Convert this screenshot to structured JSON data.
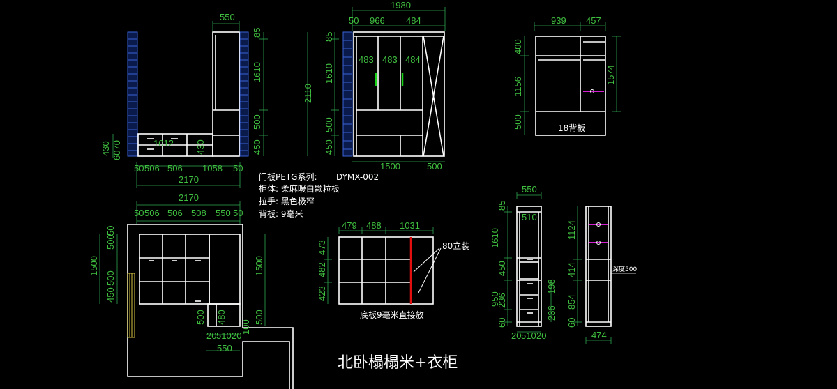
{
  "drawing": {
    "title": "北卧榻榻米+衣柜",
    "notes": [
      "门板PETG系列:",
      "DYMX-002",
      "柜体: 柔麻暖白颗粒板",
      "拉手: 黑色极窄",
      "背板: 9毫米"
    ],
    "callouts": {
      "back_board": "18背板",
      "vertical_80": "80立装",
      "base_board": "底板9毫米直接放",
      "depth": "深度500"
    },
    "colors": {
      "background": "#000000",
      "lines": "#ffffff",
      "dimensions": "#3fbf3f",
      "brick": "#3a62d8",
      "handle_green": "#19d019",
      "accent_red": "#e01010",
      "accent_magenta": "#d020d0",
      "wall_yellow": "#d8c640"
    }
  },
  "views": {
    "tatami_elevation": {
      "top_dim": "550",
      "right_dims": [
        "85",
        "1610",
        "500",
        "450"
      ],
      "left_dims": [
        "430",
        "6070"
      ],
      "inner_dims": [
        "1012",
        "430"
      ],
      "bottom_dims": [
        "50",
        "506",
        "506",
        "1058",
        "50"
      ],
      "total": "2170"
    },
    "wardrobe_front": {
      "top_total": "1980",
      "top_dims": [
        "50",
        "966",
        "484"
      ],
      "inner_dims": [
        "483",
        "483",
        "484"
      ],
      "left_total": "2110",
      "left_dims": [
        "85",
        "1610",
        "500",
        "450"
      ],
      "bottom_dims": [
        "1500",
        "500"
      ]
    },
    "wardrobe_side": {
      "top_dims": [
        "939",
        "457"
      ],
      "left_dims": [
        "400",
        "1156",
        "500"
      ],
      "right_dims": [
        "1574"
      ]
    },
    "plan_view": {
      "top_total": "2170",
      "top_dims": [
        "50",
        "506",
        "506",
        "508",
        "550",
        "50"
      ],
      "left_dims": [
        "1500",
        "500",
        "50",
        "500",
        "450"
      ],
      "right_dims": [
        "1500",
        "500"
      ],
      "inner_dims": [
        "500",
        "480",
        "100"
      ],
      "bottom_dims": [
        "20",
        "510",
        "20"
      ],
      "bottom_total": "550"
    },
    "grid_cabinet": {
      "top_dims": [
        "479",
        "488",
        "1031"
      ],
      "left_dims": [
        "473",
        "482",
        "423"
      ]
    },
    "tall_cabinet": {
      "top_dims": [
        "550",
        "510"
      ],
      "left_dims": [
        "85",
        "1610",
        "450",
        "950",
        "236",
        "60"
      ],
      "right_dims": [
        "198",
        "236"
      ],
      "bottom_dims": [
        "20",
        "510",
        "20"
      ]
    },
    "tall_side": {
      "left_dims": [
        "1124",
        "414",
        "854",
        "60"
      ],
      "bottom_dim": "474"
    }
  }
}
